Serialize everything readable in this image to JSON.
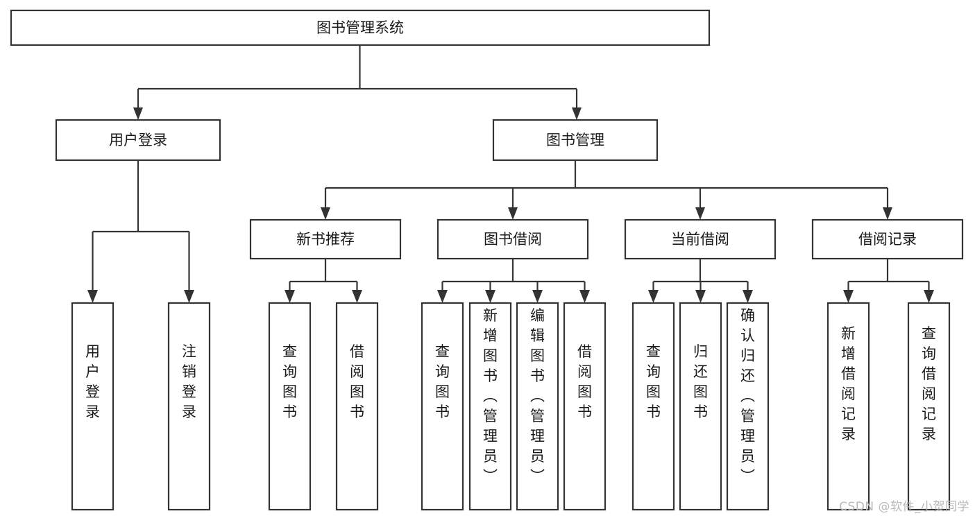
{
  "diagram": {
    "type": "tree-hierarchy",
    "title": "图书管理系统",
    "watermark": "CSDN @软件_小贺同学",
    "colors": {
      "background": "#ffffff",
      "stroke": "#333333",
      "text": "#1a1a1a",
      "watermark": "#b9b9b9"
    },
    "nodes": {
      "root": {
        "label": "图书管理系统",
        "orientation": "horizontal"
      },
      "level2": [
        {
          "id": "user-login",
          "label": "用户登录",
          "orientation": "horizontal"
        },
        {
          "id": "book-manage",
          "label": "图书管理",
          "orientation": "horizontal"
        }
      ],
      "level3": [
        {
          "id": "new-book-rec",
          "label": "新书推荐",
          "orientation": "horizontal"
        },
        {
          "id": "book-borrow",
          "label": "图书借阅",
          "orientation": "horizontal"
        },
        {
          "id": "current-borrow",
          "label": "当前借阅",
          "orientation": "horizontal"
        },
        {
          "id": "borrow-record",
          "label": "借阅记录",
          "orientation": "horizontal"
        }
      ],
      "leaves": [
        {
          "id": "leaf-user-login",
          "label": "用户登录",
          "parent": "user-login",
          "orientation": "vertical"
        },
        {
          "id": "leaf-logout",
          "label": "注销登录",
          "parent": "user-login",
          "orientation": "vertical"
        },
        {
          "id": "leaf-query-book-1",
          "label": "查询图书",
          "parent": "new-book-rec",
          "orientation": "vertical"
        },
        {
          "id": "leaf-borrow-book-1",
          "label": "借阅图书",
          "parent": "new-book-rec",
          "orientation": "vertical"
        },
        {
          "id": "leaf-query-book-2",
          "label": "查询图书",
          "parent": "book-borrow",
          "orientation": "vertical"
        },
        {
          "id": "leaf-add-book",
          "label": "新增图书（管理员）",
          "parent": "book-borrow",
          "orientation": "vertical"
        },
        {
          "id": "leaf-edit-book",
          "label": "编辑图书（管理员）",
          "parent": "book-borrow",
          "orientation": "vertical"
        },
        {
          "id": "leaf-borrow-book-2",
          "label": "借阅图书",
          "parent": "book-borrow",
          "orientation": "vertical"
        },
        {
          "id": "leaf-query-book-3",
          "label": "查询图书",
          "parent": "current-borrow",
          "orientation": "vertical"
        },
        {
          "id": "leaf-return-book",
          "label": "归还图书",
          "parent": "current-borrow",
          "orientation": "vertical"
        },
        {
          "id": "leaf-confirm-return",
          "label": "确认归还（管理员）",
          "parent": "current-borrow",
          "orientation": "vertical"
        },
        {
          "id": "leaf-add-record",
          "label": "新增借阅记录",
          "parent": "borrow-record",
          "orientation": "vertical"
        },
        {
          "id": "leaf-query-record",
          "label": "查询借阅记录",
          "parent": "borrow-record",
          "orientation": "vertical"
        }
      ]
    }
  }
}
